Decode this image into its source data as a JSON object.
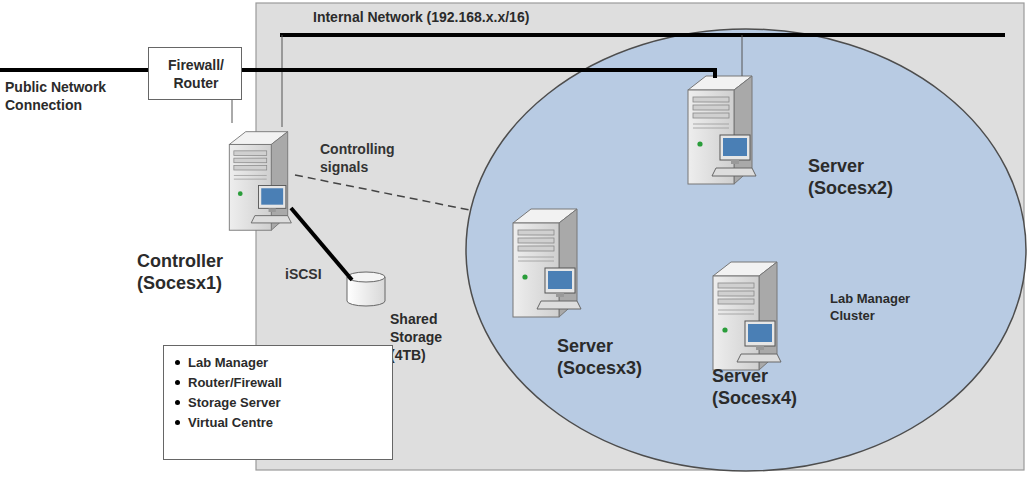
{
  "diagram": {
    "nodes": [
      {
        "text": [
          "Firewall/ Router"
        ]
      },
      {
        "text": [
          "Controller (Socesx1)"
        ]
      },
      {
        "text": [
          "Shared Storage (4TB)"
        ]
      },
      {
        "text": [
          "Lab Manager Cluster"
        ]
      },
      {
        "text": [
          "Server (Socesx2)"
        ],
        "in": 3
      },
      {
        "text": [
          "Server (Socesx3)"
        ],
        "in": 3
      },
      {
        "text": [
          "Server (Socesx4)"
        ],
        "in": 3
      },
      {
        "text": [
          "Lab Manager",
          "Router/Firewall",
          "Storage Server",
          "Virtual Centre"
        ]
      }
    ],
    "edges": [
      {
        "from": 0,
        "to": 1,
        "arrow": "none"
      },
      {
        "from": 0,
        "to": 4,
        "arrow": "none"
      },
      {
        "from": 1,
        "to": 3,
        "label": "Controlling signals",
        "arrow": "none"
      },
      {
        "from": 1,
        "to": 2,
        "label": "iSCSI",
        "arrow": "none"
      }
    ],
    "labels": [
      "Internal Network (192.168.x.x/16)",
      "Public Network Connection"
    ]
  }
}
